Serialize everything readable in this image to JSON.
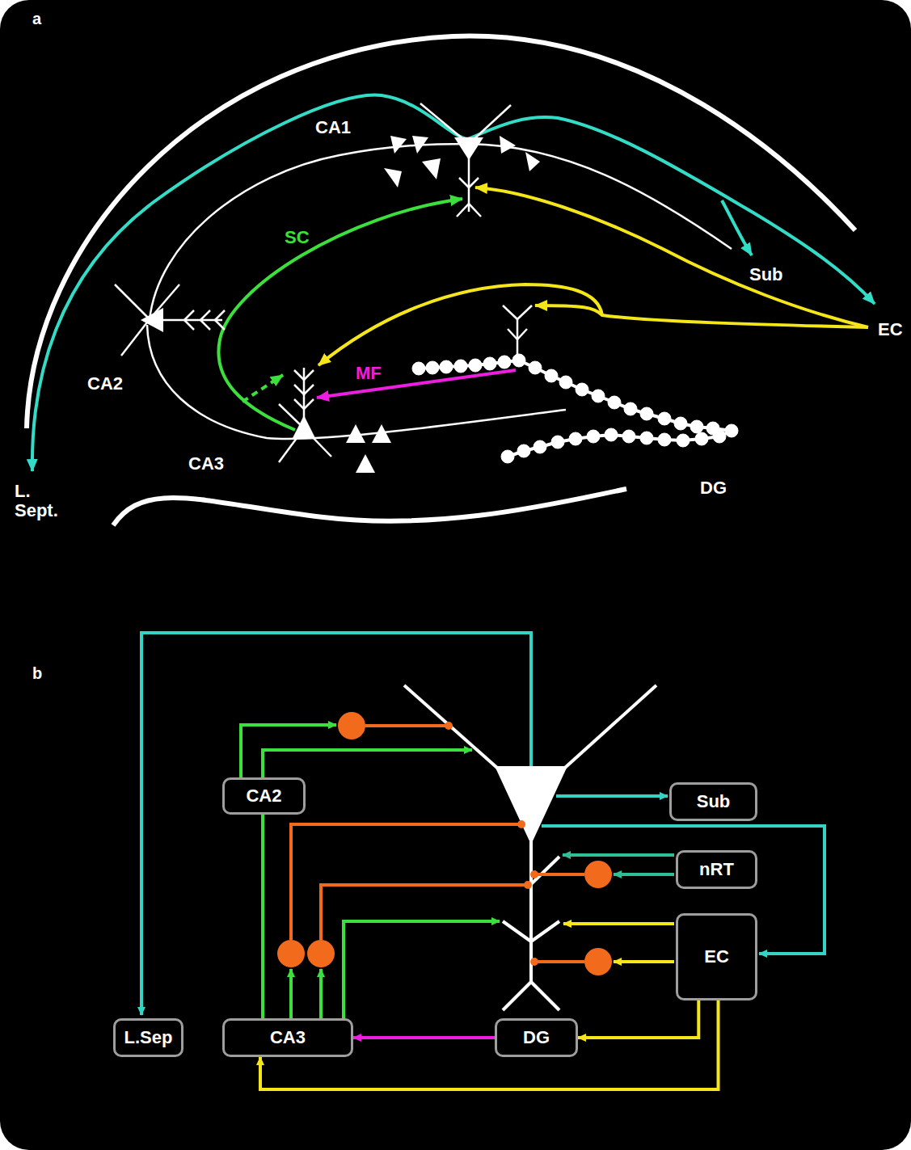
{
  "diagram": {
    "nodes": [
      {
        "text": [
          "CA2"
        ]
      },
      {
        "text": [
          "Sub"
        ]
      },
      {
        "text": [
          "nRT"
        ]
      },
      {
        "text": [
          "EC"
        ]
      },
      {
        "text": [
          "L.Sep"
        ]
      },
      {
        "text": [
          "CA3"
        ]
      },
      {
        "text": [
          "DG"
        ]
      }
    ],
    "edges": [
      {
        "from": 3,
        "to": 6,
        "arrow": "to"
      },
      {
        "from": 3,
        "to": 5,
        "arrow": "to"
      },
      {
        "from": 6,
        "to": 5,
        "arrow": "to"
      },
      {
        "from": 5,
        "to": 0,
        "arrow": "none"
      }
    ],
    "labels": [
      "a",
      "CA1",
      "SC",
      "Sub",
      "EC",
      "CA2",
      "MF",
      "CA3",
      "DG",
      "L. Sept.",
      "b"
    ]
  }
}
